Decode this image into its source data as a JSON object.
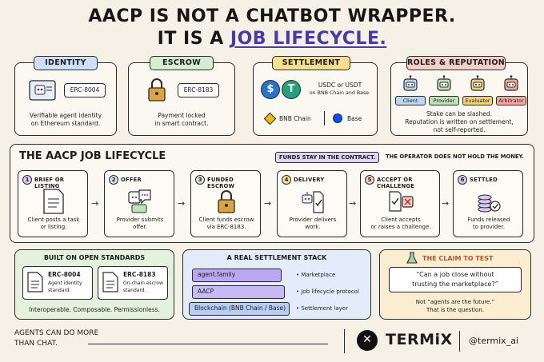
{
  "header": {
    "line1": "AACP IS NOT A CHATBOT WRAPPER.",
    "line2_prefix": "IT IS A ",
    "line2_highlight": "JOB LIFECYCLE."
  },
  "identity": {
    "title": "IDENTITY",
    "tag": "ERC-8004",
    "desc1": "Verifiable agent identity",
    "desc2": "on Ethereum standard."
  },
  "escrow": {
    "title": "ESCROW",
    "tag": "ERC-8183",
    "desc1": "Payment locked",
    "desc2": "in smart contract."
  },
  "settlement": {
    "title": "SETTLEMENT",
    "usdc_symbol": "$",
    "usdt_symbol": "T",
    "line1": "USDC or USDT",
    "line2": "on BNB Chain and Base.",
    "bnb": "BNB Chain",
    "base": "Base"
  },
  "roles": {
    "title": "ROLES & REPUTATION",
    "items": [
      "Client",
      "Provider",
      "Evaluator",
      "Arbitrator"
    ],
    "desc1": "Stake can be slashed.",
    "desc2": "Reputation is written on settlement,",
    "desc3": "not self-reported."
  },
  "lifecycle": {
    "title": "THE AACP JOB LIFECYCLE",
    "funds_badge": "FUNDS STAY IN THE CONTRACT.",
    "operator_note": "THE OPERATOR DOES NOT HOLD THE MONEY.",
    "steps": [
      {
        "num": "1",
        "label": "BRIEF OR LISTING",
        "d1": "Client posts a task",
        "d2": "or listing."
      },
      {
        "num": "2",
        "label": "OFFER",
        "d1": "Provider submits",
        "d2": "offer."
      },
      {
        "num": "3",
        "label": "FUNDED ESCROW",
        "d1": "Client funds escrow",
        "d2": "via ERC-8183."
      },
      {
        "num": "4",
        "label": "DELIVERY",
        "d1": "Provider delivers",
        "d2": "work."
      },
      {
        "num": "5",
        "label": "ACCEPT OR CHALLENGE",
        "d1": "Client accepts",
        "d2": "or raises a challenge."
      },
      {
        "num": "6",
        "label": "SETTLED",
        "d1": "Funds released",
        "d2": "to provider."
      }
    ]
  },
  "standards": {
    "title": "BUILT ON OPEN STANDARDS",
    "a_tag": "ERC-8004",
    "a_d1": "Agent identity",
    "a_d2": "standard.",
    "b_tag": "ERC-8183",
    "b_d1": "On-chain escrow",
    "b_d2": "standard.",
    "footer": "Interoperable. Composable. Permissionless."
  },
  "stack": {
    "title": "A REAL SETTLEMENT STACK",
    "rows": [
      "agent.family",
      "AACP",
      "Blockchain (BNB Chain / Base)"
    ],
    "notes": [
      "Marketplace",
      "Job lifecycle protocol",
      "Settlement layer"
    ]
  },
  "claim": {
    "title": "THE CLAIM TO TEST",
    "quote1": "“Can a job close without",
    "quote2": "trusting the marketplace?”",
    "note1": "Not “agents are the future.”",
    "note2": "That is the question."
  },
  "footer": {
    "left1": "AGENTS CAN DO MORE",
    "left2": "THAN CHAT.",
    "brand": "TERMiX",
    "handle": "@termix_ai"
  },
  "colors": {
    "identity": "#cfe0f5",
    "escrow": "#d4ecd0",
    "settlement": "#f7df8f",
    "roles": "#f6cfc9",
    "standards": "#e4f1dd",
    "stack": "#e3ecfb",
    "claim": "#fbedd1",
    "accent": "#4a3aa8"
  }
}
